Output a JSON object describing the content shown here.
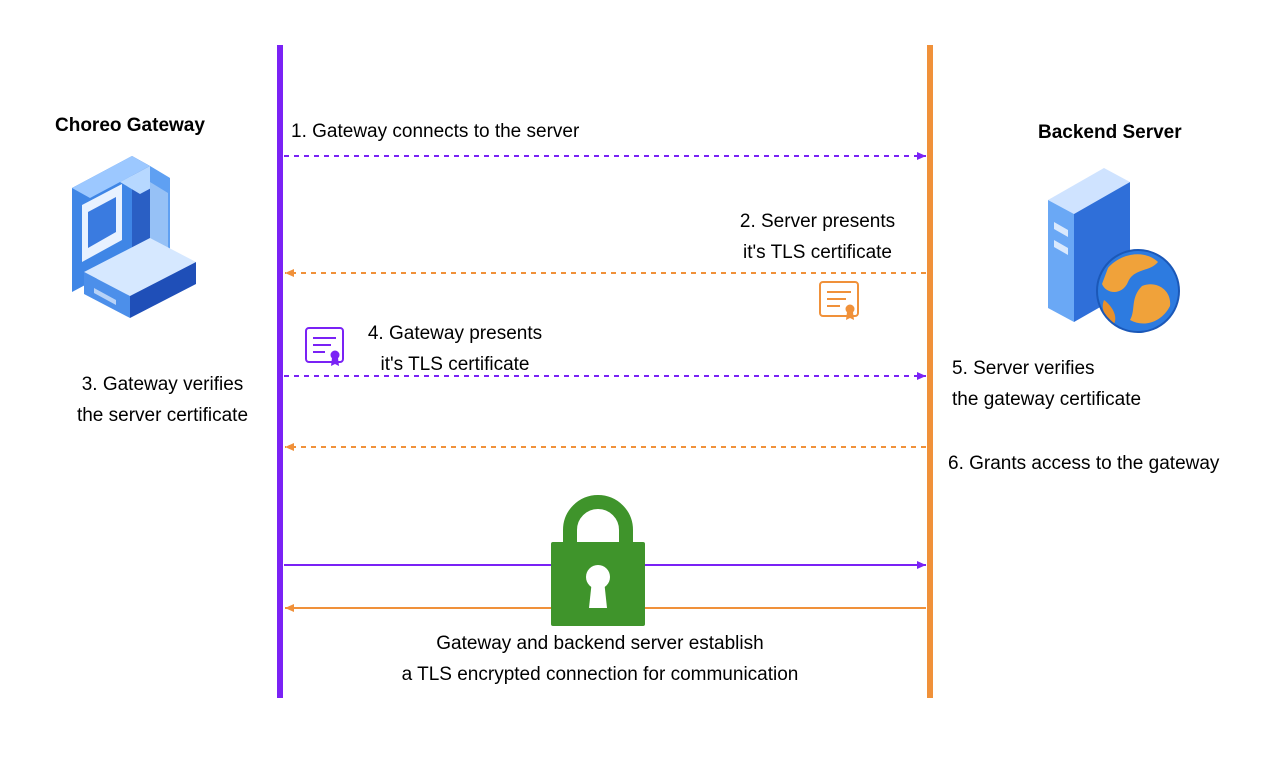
{
  "participants": {
    "gateway": {
      "label": "Choreo Gateway",
      "color": "#7a22f5"
    },
    "server": {
      "label": "Backend Server",
      "color": "#f0913a"
    }
  },
  "steps": {
    "s1": "1. Gateway connects to the server",
    "s2": [
      "2. Server presents",
      "it's TLS certificate"
    ],
    "s3": [
      "3. Gateway verifies",
      "the server certificate"
    ],
    "s4": [
      "4. Gateway presents",
      "it's TLS certificate"
    ],
    "s5": [
      "5. Server verifies",
      "the gateway certificate"
    ],
    "s6": "6. Grants access to the gateway"
  },
  "footer": [
    "Gateway and backend server establish",
    "a TLS encrypted connection for communication"
  ],
  "icons": {
    "gateway": "gateway-computer-icon",
    "server": "backend-server-icon",
    "server_cert": "certificate-icon",
    "gateway_cert": "certificate-icon",
    "lock": "lock-icon"
  },
  "colors": {
    "lock": "#3f942b",
    "purple": "#7a22f5",
    "orange": "#f0913a"
  }
}
